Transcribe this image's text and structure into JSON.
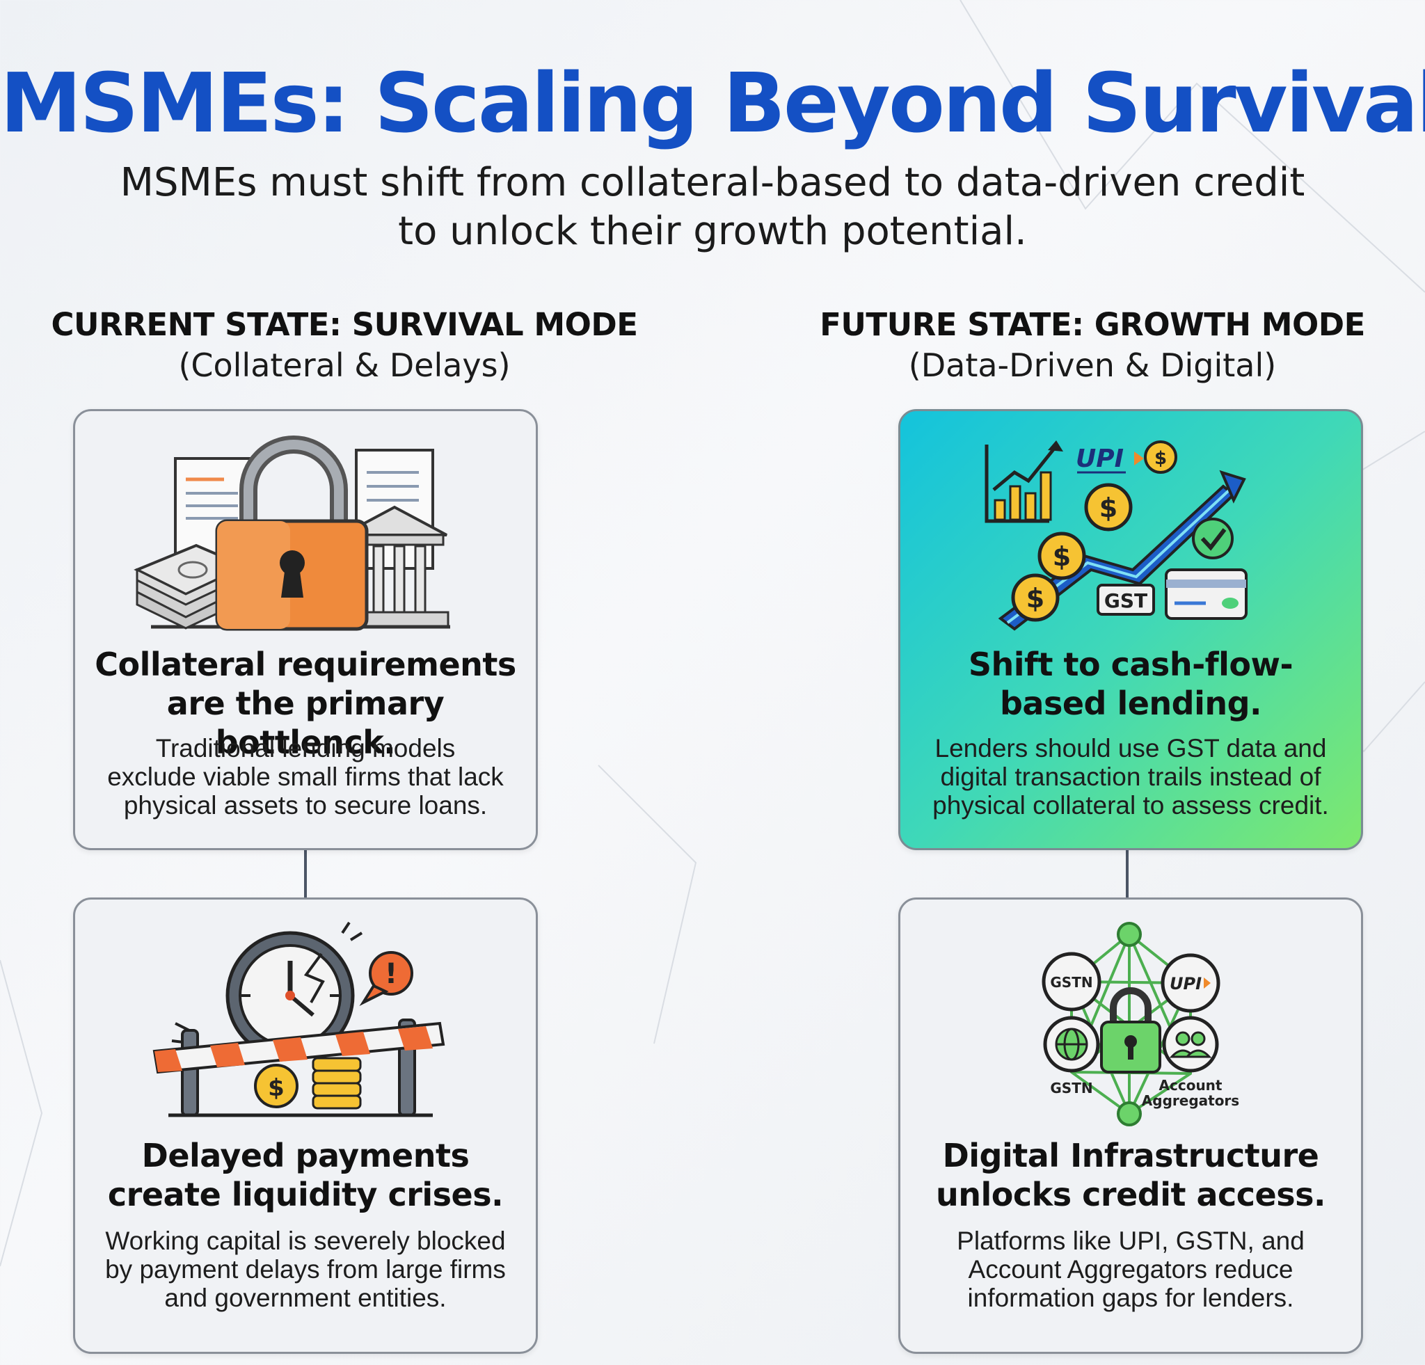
{
  "title": "MSMEs: Scaling Beyond Survival",
  "subtitle": {
    "line1": "MSMEs must shift from collateral-based to data-driven credit",
    "line2": "to unlock their growth potential."
  },
  "current_state": {
    "heading": "CURRENT STATE: SURVIVAL MODE",
    "subheading": "(Collateral & Delays)",
    "cards": [
      {
        "icon": "padlock-documents-bank-icon",
        "title_line1": "Collateral requirements",
        "title_line2": "are the primary bottlenck.",
        "desc_line1": "Traditional lending models",
        "desc_line2": "exclude viable small firms that lack",
        "desc_line3": "physical assets to secure loans."
      },
      {
        "icon": "clock-barrier-coins-icon",
        "title_line1": "Delayed payments",
        "title_line2": "create liquidity crises.",
        "desc_line1": "Working capital is severely blocked",
        "desc_line2": "by payment delays from large firms",
        "desc_line3": "and government entities."
      }
    ]
  },
  "future_state": {
    "heading": "FUTURE STATE: GROWTH MODE",
    "subheading": "(Data-Driven & Digital)",
    "cards": [
      {
        "icon": "growth-chart-coins-icon",
        "illustration_labels": {
          "upi": "UPI",
          "gst": "GST"
        },
        "title_line1": "Shift to cash-flow-",
        "title_line2": "based lending.",
        "desc_line1": "Lenders should use GST data and",
        "desc_line2": "digital transaction trails instead of",
        "desc_line3": "physical collateral to assess credit."
      },
      {
        "icon": "network-lock-icon",
        "illustration_labels": {
          "node_gstn_top": "GSTN",
          "node_upi": "UPI",
          "node_gstn_bottom": "GSTN",
          "node_aa_line1": "Account",
          "node_aa_line2": "Aggregators"
        },
        "title_line1": "Digital Infrastructure",
        "title_line2": "unlocks credit access.",
        "desc_line1": "Platforms like UPI, GSTN, and",
        "desc_line2": "Account Aggregators reduce",
        "desc_line3": "information gaps for lenders."
      }
    ]
  },
  "colors": {
    "title": "#1450c4",
    "highlight_gradient_start": "#14c3dc",
    "highlight_gradient_end": "#7ee86e",
    "connector": "#4b5565",
    "card_border": "#8a9099"
  }
}
